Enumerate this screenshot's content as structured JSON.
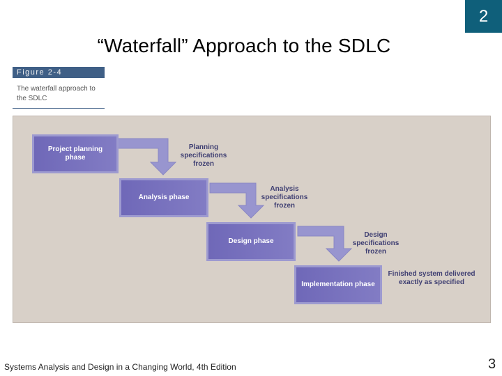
{
  "chapter_number": "2",
  "title": "“Waterfall” Approach to the SDLC",
  "figure": {
    "label": "Figure 2-4",
    "caption_line1": "The waterfall approach to",
    "caption_line2": "the SDLC"
  },
  "diagram": {
    "phases": [
      {
        "label": "Project planning phase"
      },
      {
        "label": "Analysis phase"
      },
      {
        "label": "Design phase"
      },
      {
        "label": "Implementation phase"
      }
    ],
    "freeze_notes": [
      {
        "line1": "Planning",
        "line2": "specifications",
        "line3": "frozen"
      },
      {
        "line1": "Analysis",
        "line2": "specifications",
        "line3": "frozen"
      },
      {
        "line1": "Design",
        "line2": "specifications",
        "line3": "frozen"
      }
    ],
    "final_note": {
      "line1": "Finished system delivered",
      "line2": "exactly as specified"
    },
    "colors": {
      "phase": "#7a74c0",
      "arrow": "#9895cf",
      "background": "#d8d0c8"
    }
  },
  "footer": "Systems Analysis and Design in a Changing World, 4th Edition",
  "page_number": "3"
}
